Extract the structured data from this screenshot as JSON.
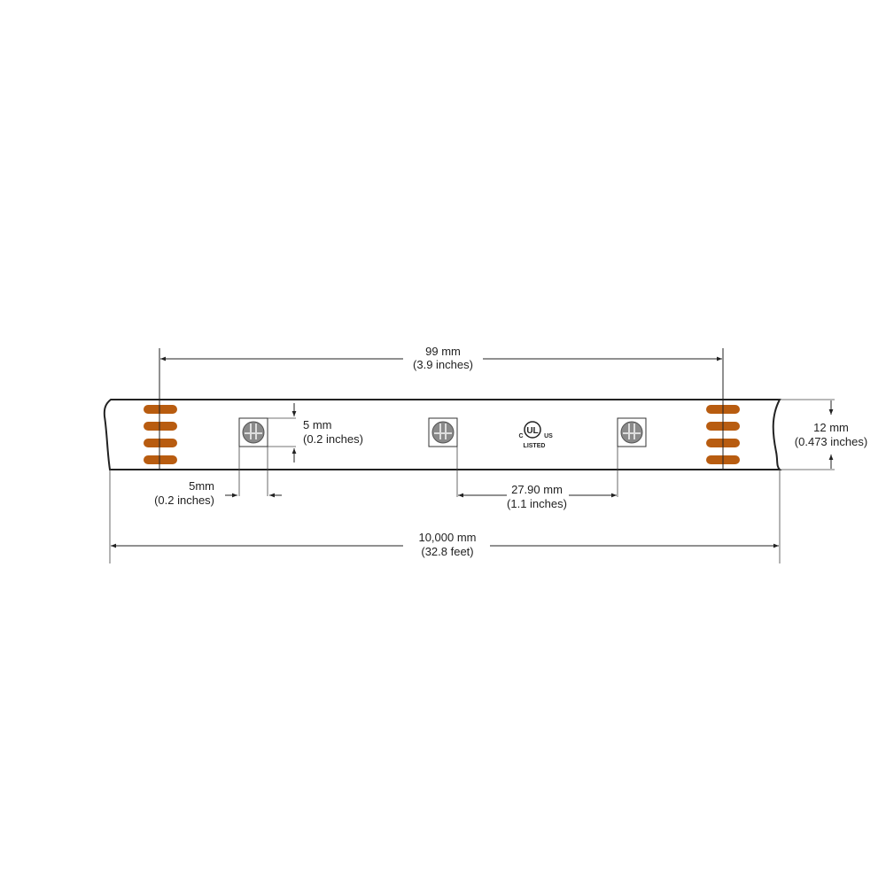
{
  "colors": {
    "pad": "#b85c10",
    "line": "#222222",
    "led": "#8a8a8a"
  },
  "dimensions": {
    "cut_length": {
      "metric": "99 mm",
      "imperial": "(3.9 inches)"
    },
    "width": {
      "metric": "12 mm",
      "imperial": "(0.473 inches)"
    },
    "led_height": {
      "metric": "5 mm",
      "imperial": "(0.2 inches)"
    },
    "led_width": {
      "metric": "5mm",
      "imperial": "(0.2 inches)"
    },
    "led_pitch": {
      "metric": "27.90 mm",
      "imperial": "(1.1 inches)"
    },
    "total_length": {
      "metric": "10,000 mm",
      "imperial": "(32.8 feet)"
    }
  },
  "ul_logo": {
    "c": "C",
    "ul": "UL",
    "us": "US",
    "listed": "LISTED"
  }
}
